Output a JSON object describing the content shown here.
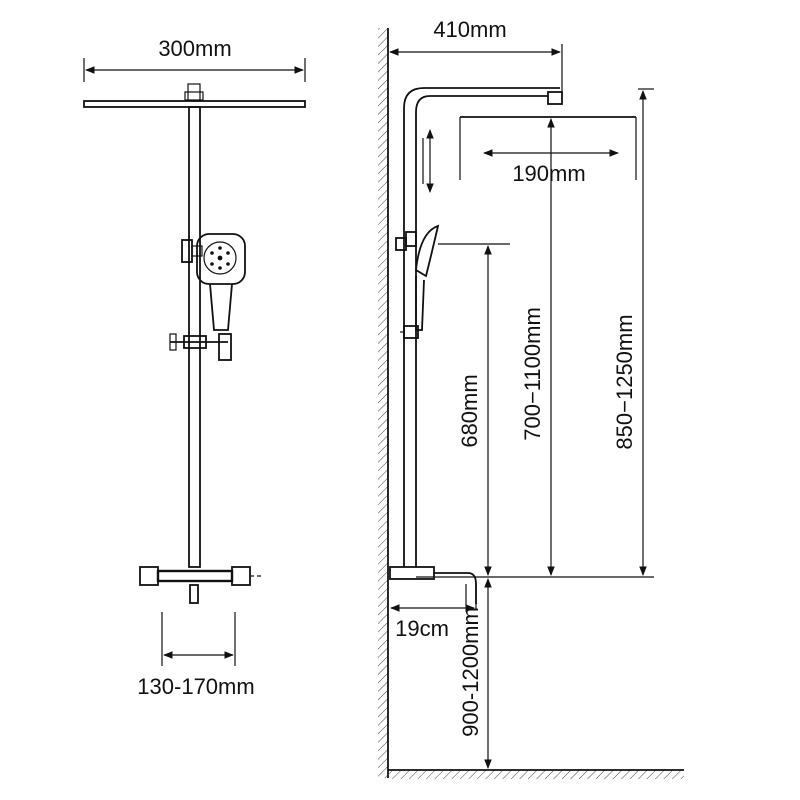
{
  "dimensions": {
    "overhead_width": "300mm",
    "valve_spacing": "130-170mm",
    "arm_length": "410mm",
    "head_depth": "190mm",
    "handshower_height": "680mm",
    "overhead_height": "700−1100mm",
    "total_height": "850−1250mm",
    "spout_length": "19cm",
    "install_height": "900-1200mm"
  },
  "colors": {
    "line": "#111111",
    "background": "#ffffff"
  }
}
